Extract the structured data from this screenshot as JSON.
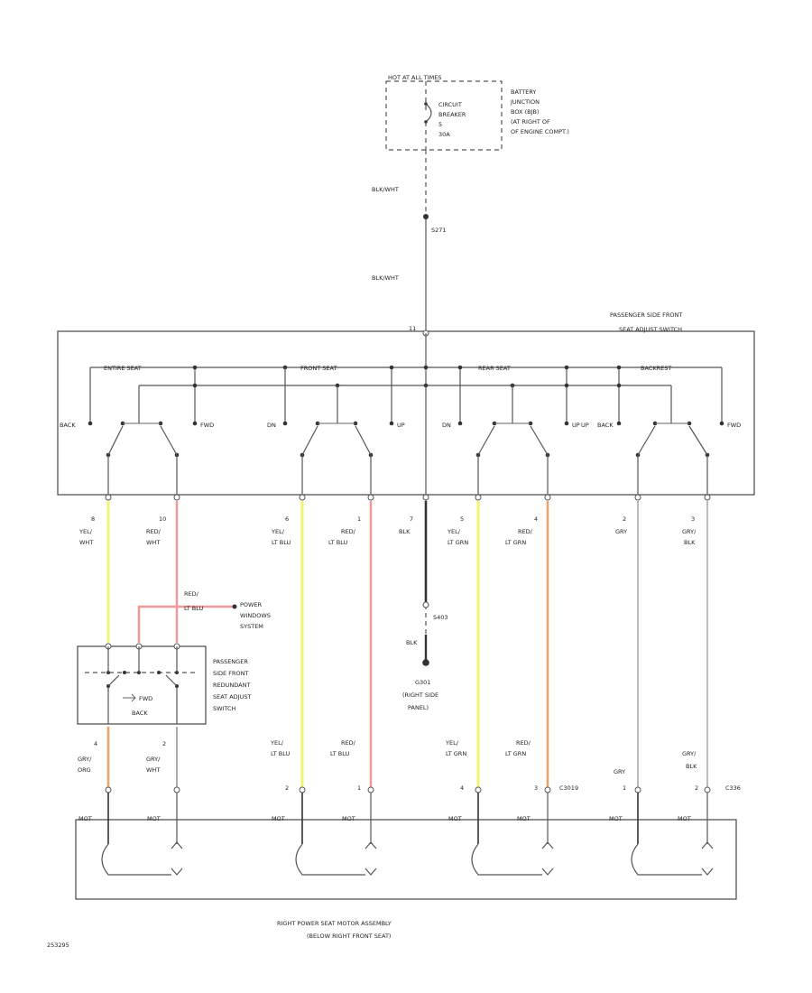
{
  "fuse_box": {
    "title": "HOT AT ALL TIMES",
    "lines": [
      "CIRCUIT",
      "BREAKER",
      "5",
      "30A"
    ],
    "location": [
      "BATTERY",
      "JUNCTION",
      "BOX (BJB)",
      "(AT RIGHT OF",
      "OF ENGINE COMPT.)"
    ]
  },
  "feed": {
    "wire_upper": "BLK/WHT",
    "splice": "S271",
    "wire_lower": "BLK/WHT"
  },
  "switch": {
    "name": [
      "PASSENGER SIDE FRONT",
      "SEAT ADJUST SWITCH"
    ],
    "pin_top": "11",
    "groups": [
      "ENTIRE SEAT",
      "FRONT SEAT",
      "REAR SEAT",
      "BACKREST"
    ],
    "positions": [
      "BACK",
      "FWD",
      "DN",
      "UP",
      "DN",
      "UP",
      "UP",
      "BACK",
      "FWD"
    ]
  },
  "wires": [
    {
      "pin": "8",
      "color": [
        "YEL/",
        "WHT"
      ]
    },
    {
      "pin": "10",
      "color": [
        "RED/",
        "WHT"
      ]
    },
    {
      "pin": "6",
      "color": [
        "YEL/",
        "LT BLU"
      ]
    },
    {
      "pin": "1",
      "color": [
        "RED/",
        "LT BLU"
      ]
    },
    {
      "pin": "7",
      "color": [
        "BLK"
      ]
    },
    {
      "pin": "5",
      "color": [
        "YEL/",
        "LT GRN"
      ]
    },
    {
      "pin": "4",
      "color": [
        "RED/",
        "LT GRN"
      ]
    },
    {
      "pin": "2",
      "color": [
        "GRY"
      ]
    },
    {
      "pin": "3",
      "color": [
        "GRY/",
        "BLK"
      ]
    }
  ],
  "ground": {
    "splice": "S403",
    "wire": "BLK",
    "label": [
      "G301",
      "(RIGHT SIDE",
      "PANEL)"
    ]
  },
  "power_windows": {
    "wire": [
      "RED/",
      "LT BLU"
    ],
    "label": [
      "POWER",
      "WINDOWS",
      "SYSTEM"
    ]
  },
  "redundant_switch": {
    "name": [
      "PASSENGER",
      "SIDE FRONT",
      "REDUNDANT",
      "SEAT ADJUST",
      "SWITCH"
    ],
    "inner": [
      "FWD",
      "BACK"
    ]
  },
  "lower_wires": [
    {
      "pin": "4",
      "color": [
        "GRY/",
        "ORG"
      ]
    },
    {
      "pin": "2",
      "color": [
        "GRY/",
        "WHT"
      ]
    },
    {
      "pin": "2",
      "color": [
        "YEL/",
        "LT BLU"
      ]
    },
    {
      "pin": "1",
      "color": [
        "RED/",
        "LT BLU"
      ]
    },
    {
      "pin": "4",
      "color": [
        "YEL/",
        "LT GRN"
      ]
    },
    {
      "pin": "3",
      "color": [
        "RED/",
        "LT GRN"
      ]
    },
    {
      "pin": "1",
      "color": [
        "GRY"
      ]
    },
    {
      "pin": "2",
      "color": [
        "GRY/",
        "BLK"
      ]
    }
  ],
  "connectors": [
    "C3019",
    "C336"
  ],
  "motor": {
    "mot_label": "MOT",
    "name": [
      "RIGHT POWER SEAT MOTOR ASSEMBLY",
      "(BELOW RIGHT FRONT SEAT)"
    ]
  },
  "figure_id": "253295",
  "colors": {
    "yel": "#f4f470",
    "red": "#ef9a9a",
    "org": "#e8a46a",
    "blk": "#333333",
    "gry": "#aaaaaa"
  }
}
